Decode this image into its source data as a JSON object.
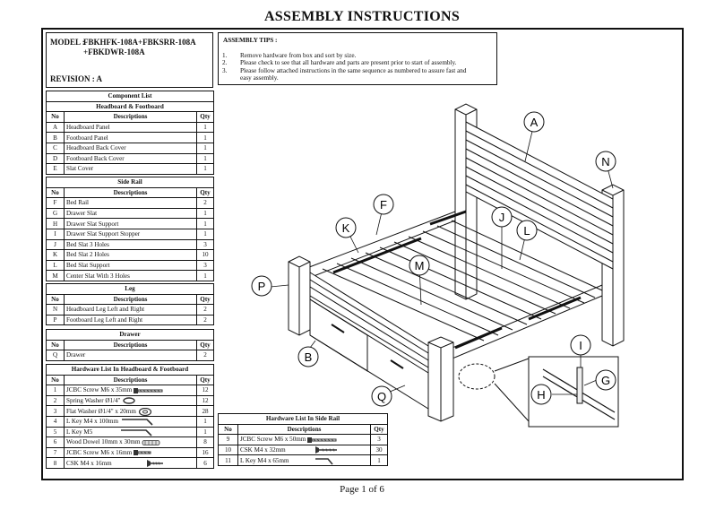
{
  "title": "ASSEMBLY INSTRUCTIONS",
  "model": {
    "label": "MODEL :",
    "line1": "FBKHFK-108A+FBKSRR-108A",
    "line2": "+FBKDWR-108A",
    "revision": "REVISION : A"
  },
  "tips": {
    "heading": "ASSEMBLY TIPS :",
    "items": [
      {
        "num": "1.",
        "text": "Remove hardware from box and sort by size."
      },
      {
        "num": "2.",
        "text": "Please check to see that all hardware and parts are present prior to start of assembly."
      },
      {
        "num": "3.",
        "text": "Please follow attached instructions in the same sequence as numbered to assure fast and"
      },
      {
        "num": "",
        "text": "easy assembly."
      }
    ]
  },
  "columns": {
    "no": "No",
    "desc": "Descriptions",
    "qty": "Qty"
  },
  "component_list": {
    "title": "Component List",
    "headboard_footboard": {
      "title": "Headboard & Footboard",
      "rows": [
        {
          "no": "A",
          "desc": "Headboard Panel",
          "qty": "1"
        },
        {
          "no": "B",
          "desc": "Footboard Panel",
          "qty": "1"
        },
        {
          "no": "C",
          "desc": "Headboard Back Cover",
          "qty": "1"
        },
        {
          "no": "D",
          "desc": "Footboard Back Cover",
          "qty": "1"
        },
        {
          "no": "E",
          "desc": "Slat Cover",
          "qty": "1"
        }
      ]
    }
  },
  "side_rail": {
    "title": "Side Rail",
    "rows": [
      {
        "no": "F",
        "desc": "Bed Rail",
        "qty": "2"
      },
      {
        "no": "G",
        "desc": "Drawer Slat",
        "qty": "1"
      },
      {
        "no": "H",
        "desc": "Drawer Slat Support",
        "qty": "1"
      },
      {
        "no": "I",
        "desc": "Drawer Slat Support Stopper",
        "qty": "1"
      },
      {
        "no": "J",
        "desc": "Bed Slat 3 Holes",
        "qty": "3"
      },
      {
        "no": "K",
        "desc": "Bed Slat 2 Holes",
        "qty": "10"
      },
      {
        "no": "L",
        "desc": "Bed Slat Support",
        "qty": "3"
      },
      {
        "no": "M",
        "desc": "Center Slat With 3 Holes",
        "qty": "1"
      }
    ]
  },
  "leg": {
    "title": "Leg",
    "rows": [
      {
        "no": "N",
        "desc": "Headboard Leg Left and Right",
        "qty": "2"
      },
      {
        "no": "P",
        "desc": "Footboard Leg Left and Right",
        "qty": "2"
      }
    ]
  },
  "drawer": {
    "title": "Drawer",
    "rows": [
      {
        "no": "Q",
        "desc": "Drawer",
        "qty": "2"
      }
    ]
  },
  "hardware_hf": {
    "title": "Hardware List In Headboard & Footboard",
    "rows": [
      {
        "no": "1",
        "desc": "JCBC Screw M6 x 35mm",
        "qty": "12",
        "icon": "screw-long-icon"
      },
      {
        "no": "2",
        "desc": "Spring Washer Ø1/4\"",
        "qty": "12",
        "icon": "spring-washer-icon"
      },
      {
        "no": "3",
        "desc": "Flat Washer Ø1/4\" x 20mm",
        "qty": "28",
        "icon": "flat-washer-icon"
      },
      {
        "no": "4",
        "desc": "L Key M4 x 100mm",
        "qty": "1",
        "icon": "l-key-icon"
      },
      {
        "no": "5",
        "desc": "L Key M5",
        "qty": "1",
        "icon": "l-key-icon"
      },
      {
        "no": "6",
        "desc": "Wood Dowel 10mm x 30mm",
        "qty": "8",
        "icon": "dowel-icon"
      },
      {
        "no": "7",
        "desc": "JCBC Screw M6 x 16mm",
        "qty": "16",
        "icon": "screw-short-icon"
      },
      {
        "no": "8",
        "desc": "CSK M4 x 16mm",
        "qty": "6",
        "icon": "csk-screw-icon"
      }
    ]
  },
  "hardware_sr": {
    "title": "Hardware List In Side Rail",
    "rows": [
      {
        "no": "9",
        "desc": "JCBC Screw M6 x 50mm",
        "qty": "3",
        "icon": "screw-long-icon"
      },
      {
        "no": "10",
        "desc": "CSK M4 x 32mm",
        "qty": "30",
        "icon": "csk-screw-icon"
      },
      {
        "no": "11",
        "desc": "L Key M4 x 65mm",
        "qty": "1",
        "icon": "l-key-icon"
      }
    ]
  },
  "callouts": {
    "A": "A",
    "N": "N",
    "F": "F",
    "K": "K",
    "J": "J",
    "L": "L",
    "M": "M",
    "P": "P",
    "B": "B",
    "Q": "Q",
    "I": "I",
    "G": "G",
    "H": "H"
  },
  "footer": {
    "page": "Page 1 of 6"
  }
}
